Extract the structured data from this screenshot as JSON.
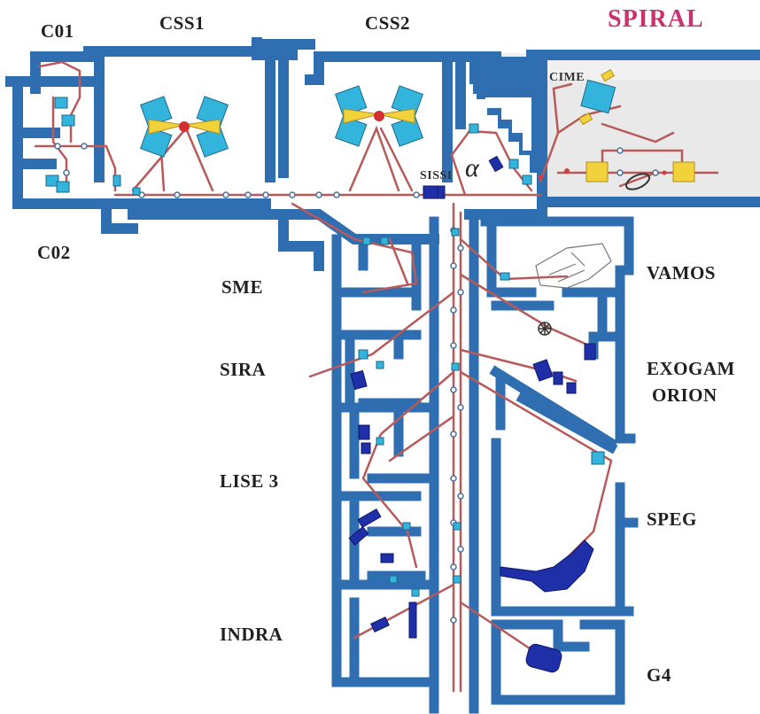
{
  "labels": {
    "c01": "C01",
    "css1": "CSS1",
    "css2": "CSS2",
    "spiral": "SPIRAL",
    "cime": "CIME",
    "c02": "C02",
    "sissi": "SISSI",
    "alpha": "α",
    "sme": "SME",
    "sira": "SIRA",
    "lise3": "LISE 3",
    "indra": "INDRA",
    "vamos": "VAMOS",
    "exogam": "EXOGAM",
    "orion": "ORION",
    "speg": "SPEG",
    "g4": "G4"
  },
  "colors": {
    "wall": "#2f6fb1",
    "beamline": "#b85a5a",
    "magnet": "#32b4dc",
    "dipole_dark": "#1e2fa8",
    "yellow": "#f2d23a",
    "spiral_text": "#c8326e",
    "spiral_bg": "#e6e6e6",
    "floor": "#ffffff"
  }
}
